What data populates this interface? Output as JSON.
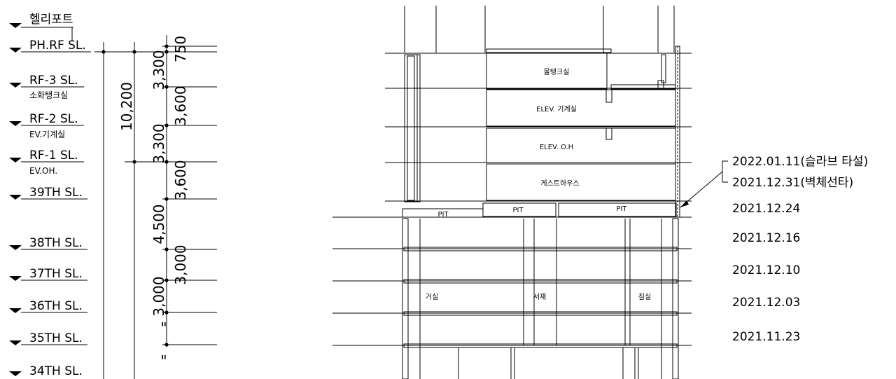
{
  "levels": [
    {
      "label": "헬리포트",
      "sublabel": ""
    },
    {
      "label": "PH.RF SL.",
      "sublabel": ""
    },
    {
      "label": "RF-3 SL.",
      "sublabel": "소화탱크실"
    },
    {
      "label": "RF-2 SL.",
      "sublabel": "EV.기계실"
    },
    {
      "label": "RF-1 SL.",
      "sublabel": "EV.OH."
    },
    {
      "label": "39TH SL.",
      "sublabel": ""
    },
    {
      "label": "38TH SL.",
      "sublabel": ""
    },
    {
      "label": "37TH SL.",
      "sublabel": ""
    },
    {
      "label": "36TH SL.",
      "sublabel": ""
    },
    {
      "label": "35TH SL.",
      "sublabel": ""
    },
    {
      "label": "34TH SL.",
      "sublabel": ""
    }
  ],
  "dimensions": {
    "total": "10,200",
    "segments": [
      "750",
      "3,300",
      "3,600",
      "3,300",
      "3,600",
      "4,500",
      "3,000",
      "3,000",
      "\"",
      "\""
    ]
  },
  "rooms": [
    "물탱크실",
    "ELEV. 기계실",
    "ELEV. O.H",
    "게스트하우스",
    "PIT",
    "PIT",
    "PIT",
    "거실",
    "서재",
    "침실"
  ],
  "dates": [
    "2022.01.11(슬라브 타설)",
    "2021.12.31(벽체선타)",
    "2021.12.24",
    "2021.12.16",
    "2021.12.10",
    "2021.12.03",
    "2021.11.23"
  ]
}
